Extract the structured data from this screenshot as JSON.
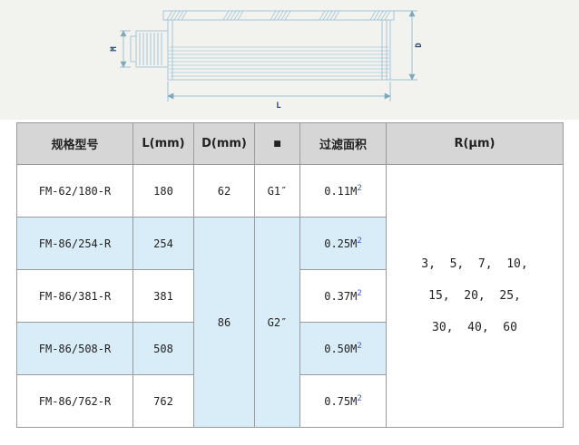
{
  "diagram": {
    "label_m": "M",
    "label_d": "D",
    "label_l": "L"
  },
  "table": {
    "headers": [
      "规格型号",
      "L(mm)",
      "D(mm)",
      "■",
      "过滤面积",
      "R(μm)"
    ],
    "rows": [
      {
        "model": "FM-62/180-R",
        "l": "180",
        "d": "62",
        "port": "G1″",
        "area": "0.11M",
        "area_sup": "2"
      },
      {
        "model": "FM-86/254-R",
        "l": "254",
        "d": "86",
        "port": "G2″",
        "area": "0.25M",
        "area_sup": "2"
      },
      {
        "model": "FM-86/381-R",
        "l": "381",
        "area": "0.37M",
        "area_sup": "2"
      },
      {
        "model": "FM-86/508-R",
        "l": "508",
        "area": "0.50M",
        "area_sup": "2"
      },
      {
        "model": "FM-86/762-R",
        "l": "762",
        "area": "0.75M",
        "area_sup": "2"
      }
    ],
    "r_lines": [
      "3,  5,  7,  10,",
      "15,  20,  25,",
      "30,  40,  60"
    ]
  }
}
